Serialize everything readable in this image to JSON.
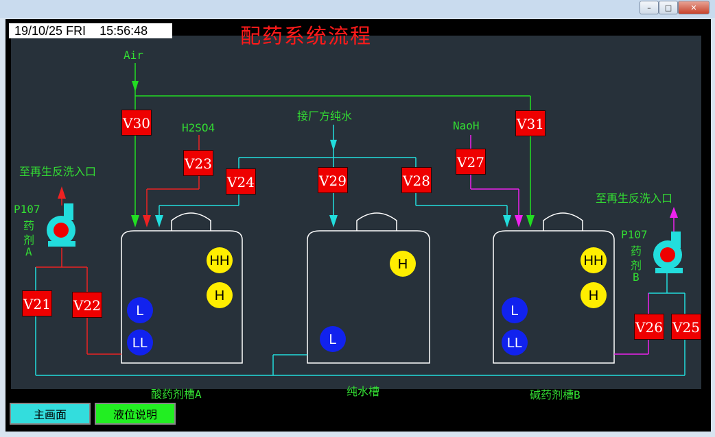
{
  "window": {
    "controls": {
      "minimize": "–",
      "maximize": "□",
      "close": "✕"
    }
  },
  "header": {
    "datetime": "19/10/25 FRI    15:56:48",
    "title": "配药系统流程"
  },
  "sources": {
    "air": "Air",
    "h2so4": "H2SO4",
    "pure_water_in": "接厂方纯水",
    "naoh": "NaoH",
    "regen_left": "至再生反洗入口",
    "regen_right": "至再生反洗入口"
  },
  "pumps": {
    "a": {
      "line1": "P107",
      "line2": "药",
      "line3": "剂",
      "line4": "A"
    },
    "b": {
      "line1": "P107",
      "line2": "药",
      "line3": "剂",
      "line4": "B"
    }
  },
  "valves": {
    "v30": "V30",
    "v23": "V23",
    "v24": "V24",
    "v29": "V29",
    "v28": "V28",
    "v27": "V27",
    "v31": "V31",
    "v21": "V21",
    "v22": "V22",
    "v26": "V26",
    "v25": "V25"
  },
  "tanks": {
    "acid": {
      "name": "酸药剂槽A",
      "levels": [
        "HH",
        "H",
        "L",
        "LL"
      ]
    },
    "water": {
      "name": "纯水槽",
      "levels": [
        "H",
        "L"
      ]
    },
    "alkali": {
      "name": "碱药剂槽B",
      "levels": [
        "HH",
        "H",
        "L",
        "LL"
      ]
    }
  },
  "buttons": {
    "main_screen": "主画面",
    "level_info": "液位说明"
  },
  "colors": {
    "air_line": "#22dd22",
    "water_line": "#22dddd",
    "acid_line": "#ee2222",
    "naoh_line": "#ee22ee",
    "valve": "#ee0000",
    "high_level": "#ffee00",
    "low_level": "#1122ee"
  }
}
